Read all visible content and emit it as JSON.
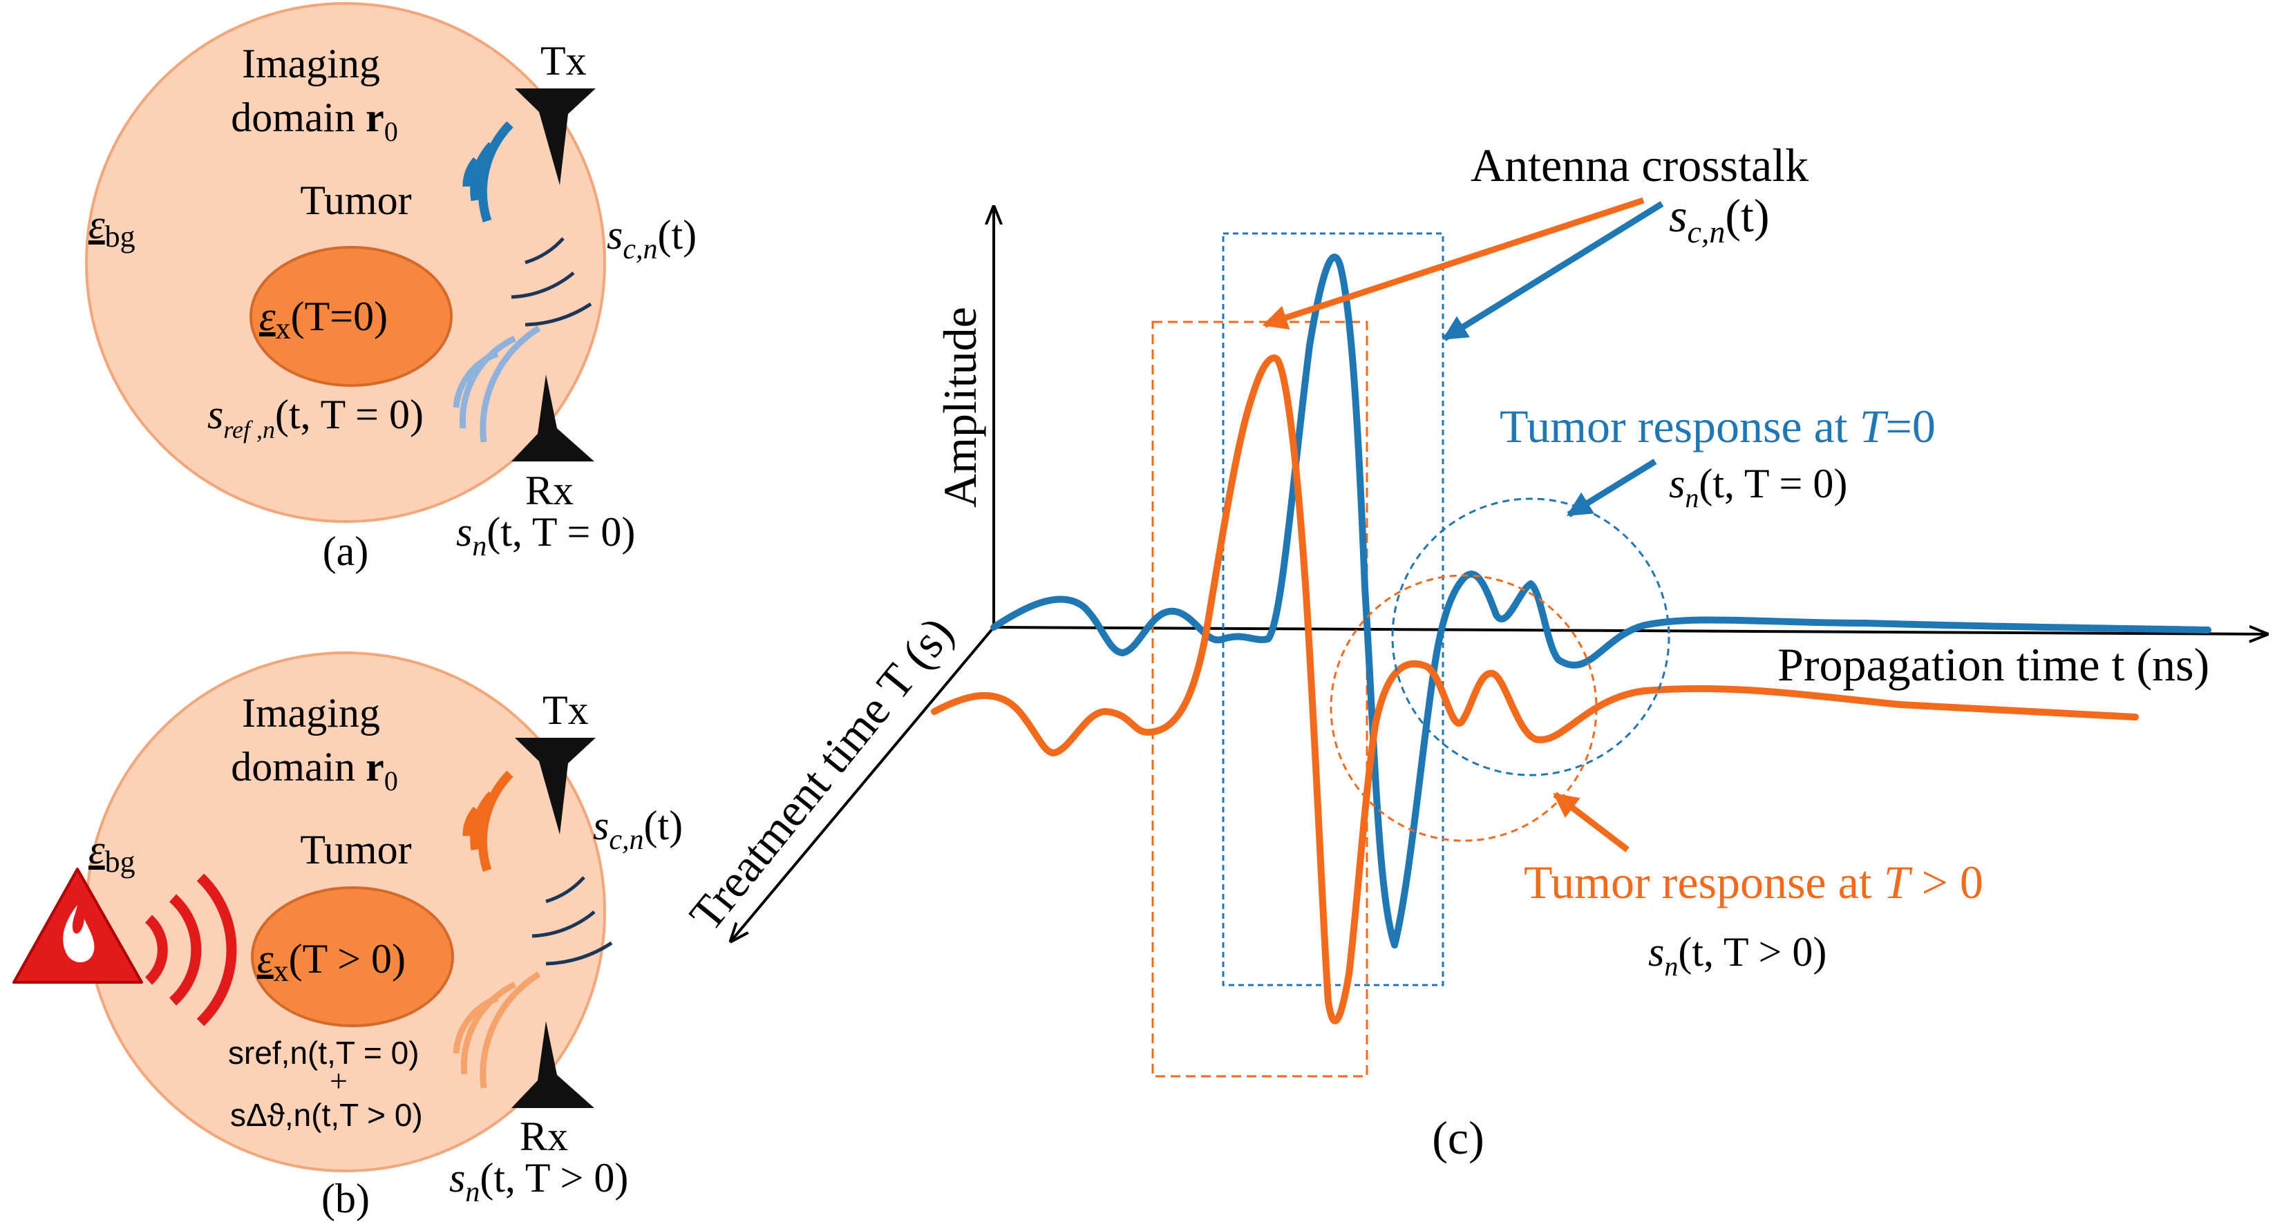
{
  "colors": {
    "blue": "#1f77b4",
    "orange": "#f26a1b",
    "domain_fill": "#fbd2b7",
    "domain_stroke": "#f2a77a",
    "tumor_fill": "#f5873e",
    "tumor_stroke": "#d4692a",
    "navy": "#1d3557",
    "red": "#e31a1c"
  },
  "panel_a": {
    "caption": "(a)",
    "domain_line1": "Imaging",
    "domain_line2": "domain",
    "domain_symbol": "r",
    "domain_subscript": "0",
    "eps_bg": "ε",
    "eps_bg_sub": "bg",
    "tumor_label": "Tumor",
    "eps_x": "ε",
    "eps_x_sub": "x",
    "eps_x_arg": "(T=0)",
    "tx": "Tx",
    "rx": "Rx",
    "sc_s": "s",
    "sc_sub": "c,n",
    "sc_arg": "(t)",
    "sref_s": "s",
    "sref_sub": "ref ,n",
    "sref_arg": "(t, T = 0)",
    "sn_s": "s",
    "sn_sub": "n",
    "sn_arg": "(t, T = 0)"
  },
  "panel_b": {
    "caption": "(b)",
    "domain_line1": "Imaging",
    "domain_line2": "domain",
    "domain_symbol": "r",
    "domain_subscript": "0",
    "eps_bg": "ε",
    "eps_bg_sub": "bg",
    "tumor_label": "Tumor",
    "eps_x": "ε",
    "eps_x_sub": "x",
    "eps_x_arg": "(T > 0)",
    "tx": "Tx",
    "rx": "Rx",
    "sc_s": "s",
    "sc_sub": "c,n",
    "sc_arg": "(t)",
    "sref_line1": "sref,n(t,T = 0)",
    "sref_plus": "+",
    "sref_line2": "sΔϑ,n(t,T > 0)",
    "sn_s": "s",
    "sn_sub": "n",
    "sn_arg": "(t, T > 0)",
    "heat_icon": "flame-warning-icon"
  },
  "panel_c": {
    "caption": "(c)",
    "y_axis": "Amplitude",
    "x_axis": "Propagation time t (ns)",
    "z_axis": "Treatment time T (s)",
    "crosstalk_label": "Antenna crosstalk",
    "crosstalk_s": "s",
    "crosstalk_sub": "c,n",
    "crosstalk_arg": "(t)",
    "resp0_label_a": "Tumor response at ",
    "resp0_label_b": "T",
    "resp0_label_c": "=0",
    "resp0_s": "s",
    "resp0_sub": "n",
    "resp0_arg": "(t, T = 0)",
    "resp1_label_a": "Tumor response at ",
    "resp1_label_b": "T",
    "resp1_label_c": " > 0",
    "resp1_s": "s",
    "resp1_sub": "n",
    "resp1_arg": "(t, T > 0)"
  }
}
